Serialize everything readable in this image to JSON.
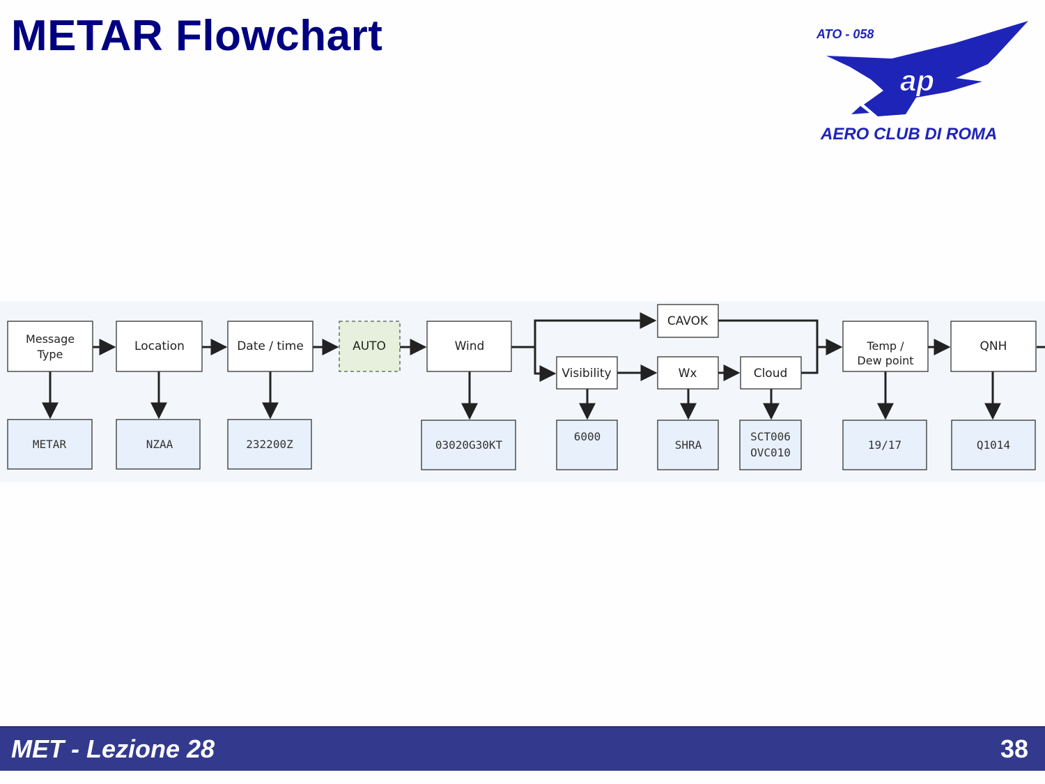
{
  "slide": {
    "title": "METAR Flowchart",
    "lesson": "MET - Lezione 28",
    "page_number": "38"
  },
  "logo": {
    "code": "ATO - 058",
    "monogram": "ap",
    "name": "AERO CLUB DI ROMA",
    "color": "#1f24b8"
  },
  "flow": {
    "message_type": "Message Type",
    "location": "Location",
    "date_time": "Date / time",
    "auto": "AUTO",
    "wind": "Wind",
    "cavok": "CAVOK",
    "visibility": "Visibility",
    "wx": "Wx",
    "cloud": "Cloud",
    "temp_dew": "Temp / Dew point",
    "qnh": "QNH"
  },
  "example": {
    "message_type": "METAR",
    "location": "NZAA",
    "date_time": "232200Z",
    "wind": "03020G30KT",
    "visibility": "6000",
    "wx": "SHRA",
    "cloud": [
      "SCT006",
      "OVC010"
    ],
    "temp_dew": "19/17",
    "qnh": "Q1014"
  },
  "colors": {
    "title": "#000080",
    "footer_bar": "#333a8e",
    "example_box": "#e8f0fb",
    "optional_box": "#e6f0dc",
    "diagram_band": "#f3f7fb"
  }
}
